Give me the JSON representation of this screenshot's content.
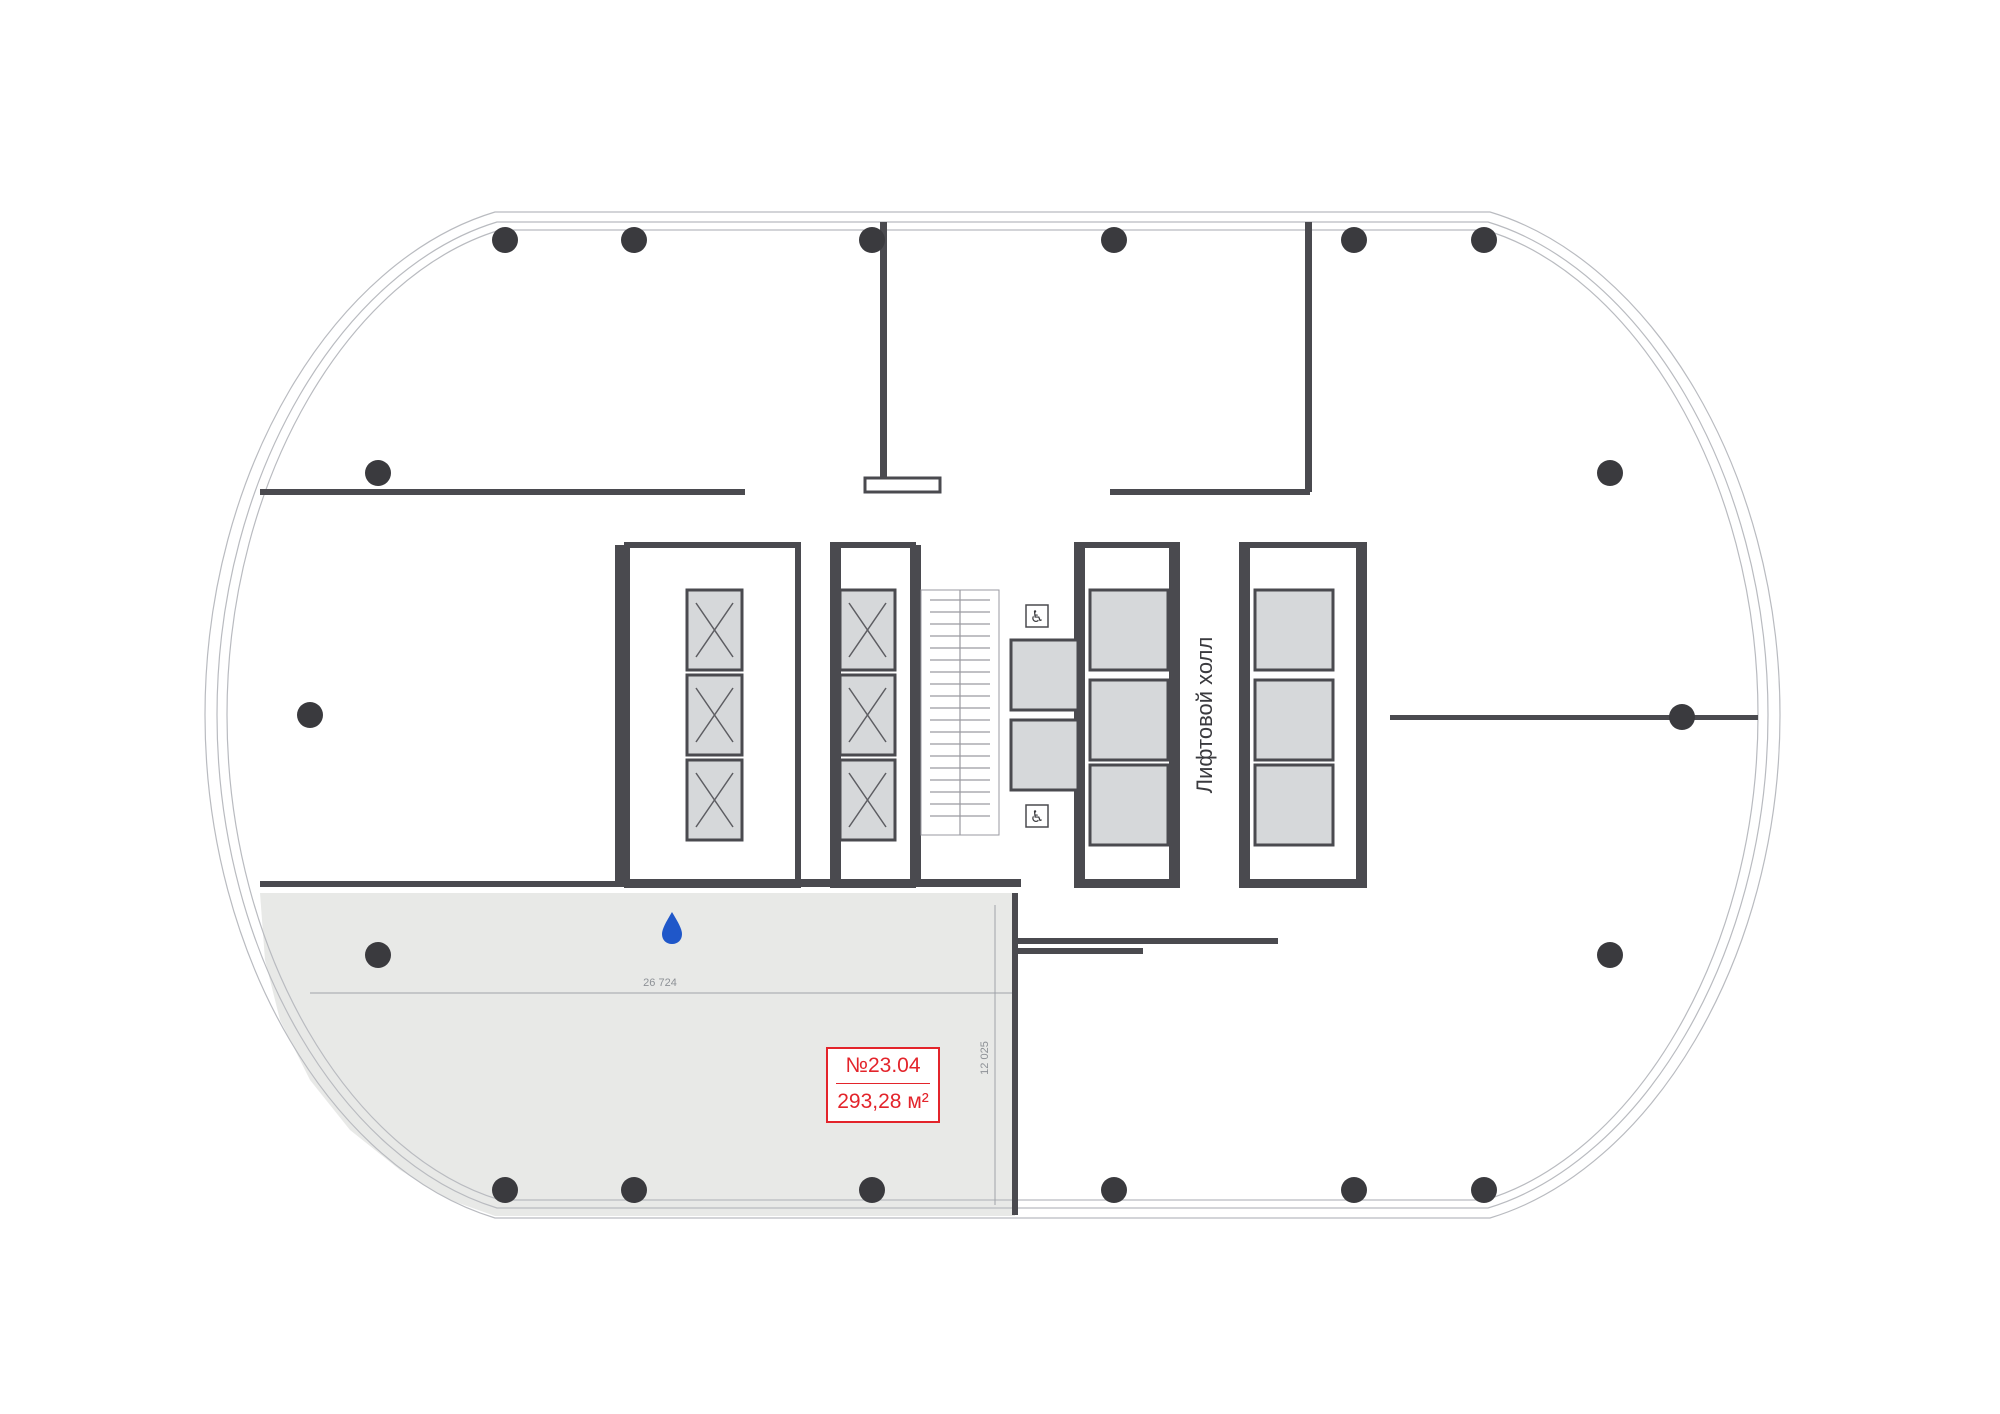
{
  "plan": {
    "lift_hall_label": "Лифтовой холл",
    "width_dimension": "26 724",
    "depth_dimension": "12 025",
    "selected_unit": {
      "number": "№23.04",
      "area": "293,28 м²",
      "highlight_color": "#e8e9e7",
      "label_color": "#e3242b"
    },
    "icons": [
      "water-drop-icon",
      "wheelchair-icon",
      "wheelchair-icon"
    ],
    "colors": {
      "walls": "#4a4a4f",
      "columns": "#3a3a3e",
      "elevators": "#d6d8da",
      "water_marker": "#1f57c9"
    }
  }
}
